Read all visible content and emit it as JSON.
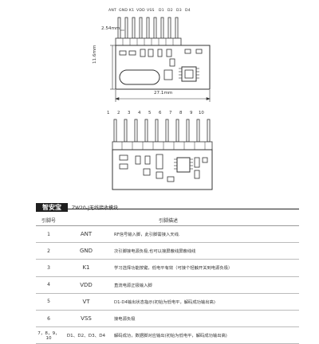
{
  "top_pin_labels": [
    "ANT",
    "GND",
    "K1",
    "VDD",
    "VSS",
    "D1",
    "D2",
    "D3",
    "D4"
  ],
  "dimensions": {
    "pitch": "2.54mm",
    "height": "11.6mm",
    "width": "27.1mm"
  },
  "bottom_pin_numbers": [
    "1",
    "2",
    "3",
    "4",
    "5",
    "6",
    "7",
    "8",
    "9",
    "10"
  ],
  "brand": "智安宝",
  "module_title": "ZW20-J无线接收模块",
  "table": {
    "headers": [
      "引脚号",
      "引脚描述"
    ],
    "rows": [
      {
        "num": "1",
        "name": "ANT",
        "desc": "RF信号输入脚，此引脚需接入天线."
      },
      {
        "num": "2",
        "name": "GND",
        "desc": "次引脚接电源负极,也可以接屏蔽线屏蔽线线"
      },
      {
        "num": "3",
        "name": "K1",
        "desc": "学习选择功能按键，低电平有效（可接个轻触开关到电源负极）"
      },
      {
        "num": "4",
        "name": "VDD",
        "desc": "直流电源正极输入脚"
      },
      {
        "num": "5",
        "name": "VT",
        "desc": "D1-D4输出状态指示(初始为低电平，解码成功输出高)"
      },
      {
        "num": "6",
        "name": "VSS",
        "desc": "接电源负极"
      },
      {
        "num": "7，8，9，10",
        "name": "D1、D2、D3、D4",
        "desc": "解码成功，数据脚对应输出(初始为低电平，解码成功输出高)"
      }
    ]
  }
}
